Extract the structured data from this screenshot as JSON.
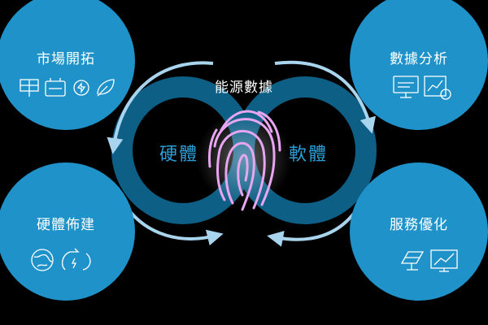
{
  "center": {
    "title": "能源數據",
    "left_label": "硬體",
    "right_label": "軟體"
  },
  "corners": {
    "top_left": {
      "title": "市場開拓",
      "icons": [
        "solar-panel-icon",
        "battery-storage-icon",
        "transformer-icon",
        "green-energy-icon"
      ]
    },
    "bottom_left": {
      "title": "硬體佈建",
      "icons": [
        "eco-globe-icon",
        "recycle-power-icon"
      ]
    },
    "top_right": {
      "title": "數據分析",
      "icons": [
        "data-monitor-icon",
        "analytics-chart-icon"
      ]
    },
    "bottom_right": {
      "title": "服務優化",
      "icons": [
        "solar-array-icon",
        "performance-chart-icon"
      ]
    }
  },
  "colors": {
    "background": "#000000",
    "circle_fill": "#1f93c9",
    "ring": "#0d5f86",
    "arrow": "#a9d4ee",
    "fingerprint": "#e9a6f0",
    "label": "#2a9fd6"
  }
}
